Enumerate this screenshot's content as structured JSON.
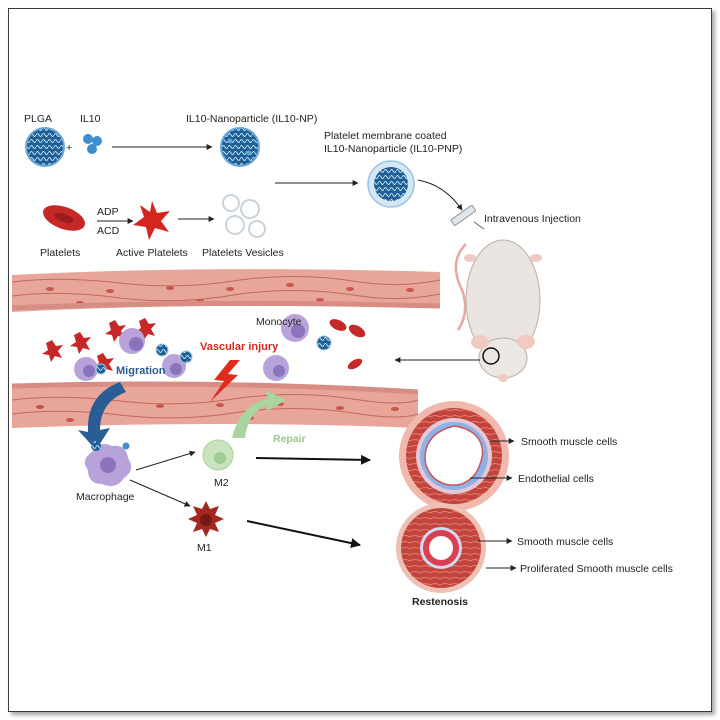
{
  "labels": {
    "plga": "PLGA",
    "plus": "+",
    "il10": "IL10",
    "il10_np": "IL10-Nanoparticle (IL10-NP)",
    "pnp_line1": "Platelet membrane coated",
    "pnp_line2": "IL10-Nanoparticle (IL10-PNP)",
    "adp": "ADP",
    "acd": "ACD",
    "platelets": "Platelets",
    "active_platelets": "Active Platelets",
    "platelet_vesicles": "Platelets Vesicles",
    "iv_injection": "Intravenous Injection",
    "monocyte": "Monocyte",
    "vascular_injury": "Vascular injury",
    "migration": "Migration",
    "repair": "Repair",
    "macrophage": "Macrophage",
    "m2": "M2",
    "m1": "M1",
    "smc_top": "Smooth muscle cells",
    "endothelial": "Endothelial cells",
    "smc_bottom": "Smooth muscle cells",
    "proliferated_smc": "Proliferated Smooth muscle cells",
    "restenosis": "Restenosis"
  },
  "colors": {
    "nanoparticle": "#2b7bb5",
    "platelet": "#c62828",
    "vessel_wall": "#e8a59a",
    "vessel_cell": "#d77b70",
    "monocyte": "#b7a3d9",
    "m2": "#c7e4bf",
    "m1": "#a3281f",
    "injury": "#e02d1b",
    "migration_arrow": "#2a5d96",
    "repair_arrow": "#a8d4a0"
  }
}
